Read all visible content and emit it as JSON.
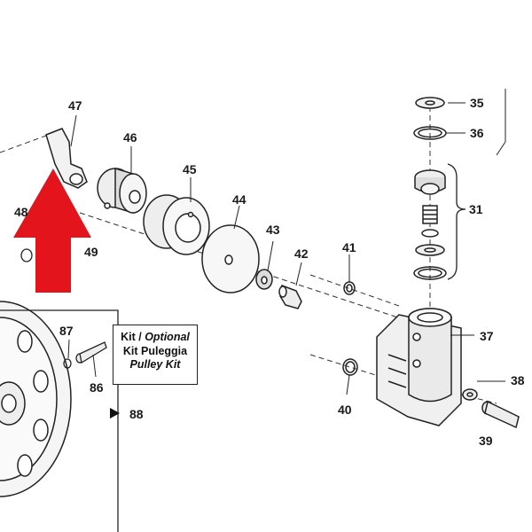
{
  "part_labels": {
    "p47": "47",
    "p46": "46",
    "p45": "45",
    "p44": "44",
    "p43": "43",
    "p42": "42",
    "p41": "41",
    "p40": "40",
    "p48": "48",
    "p49": "49",
    "p87": "87",
    "p86": "86",
    "p88": "88",
    "p35": "35",
    "p36": "36",
    "p31": "31",
    "p37": "37",
    "p38": "38",
    "p39": "39"
  },
  "kit_box": {
    "line1_a": "Kit / ",
    "line1_b": "Optional",
    "line2": "Kit Puleggia",
    "line3": "Pulley Kit"
  },
  "colors": {
    "arrow": "#e3141b",
    "line": "#222222",
    "fill_light": "#f2f2f2",
    "fill_mid": "#d9d9d9"
  }
}
